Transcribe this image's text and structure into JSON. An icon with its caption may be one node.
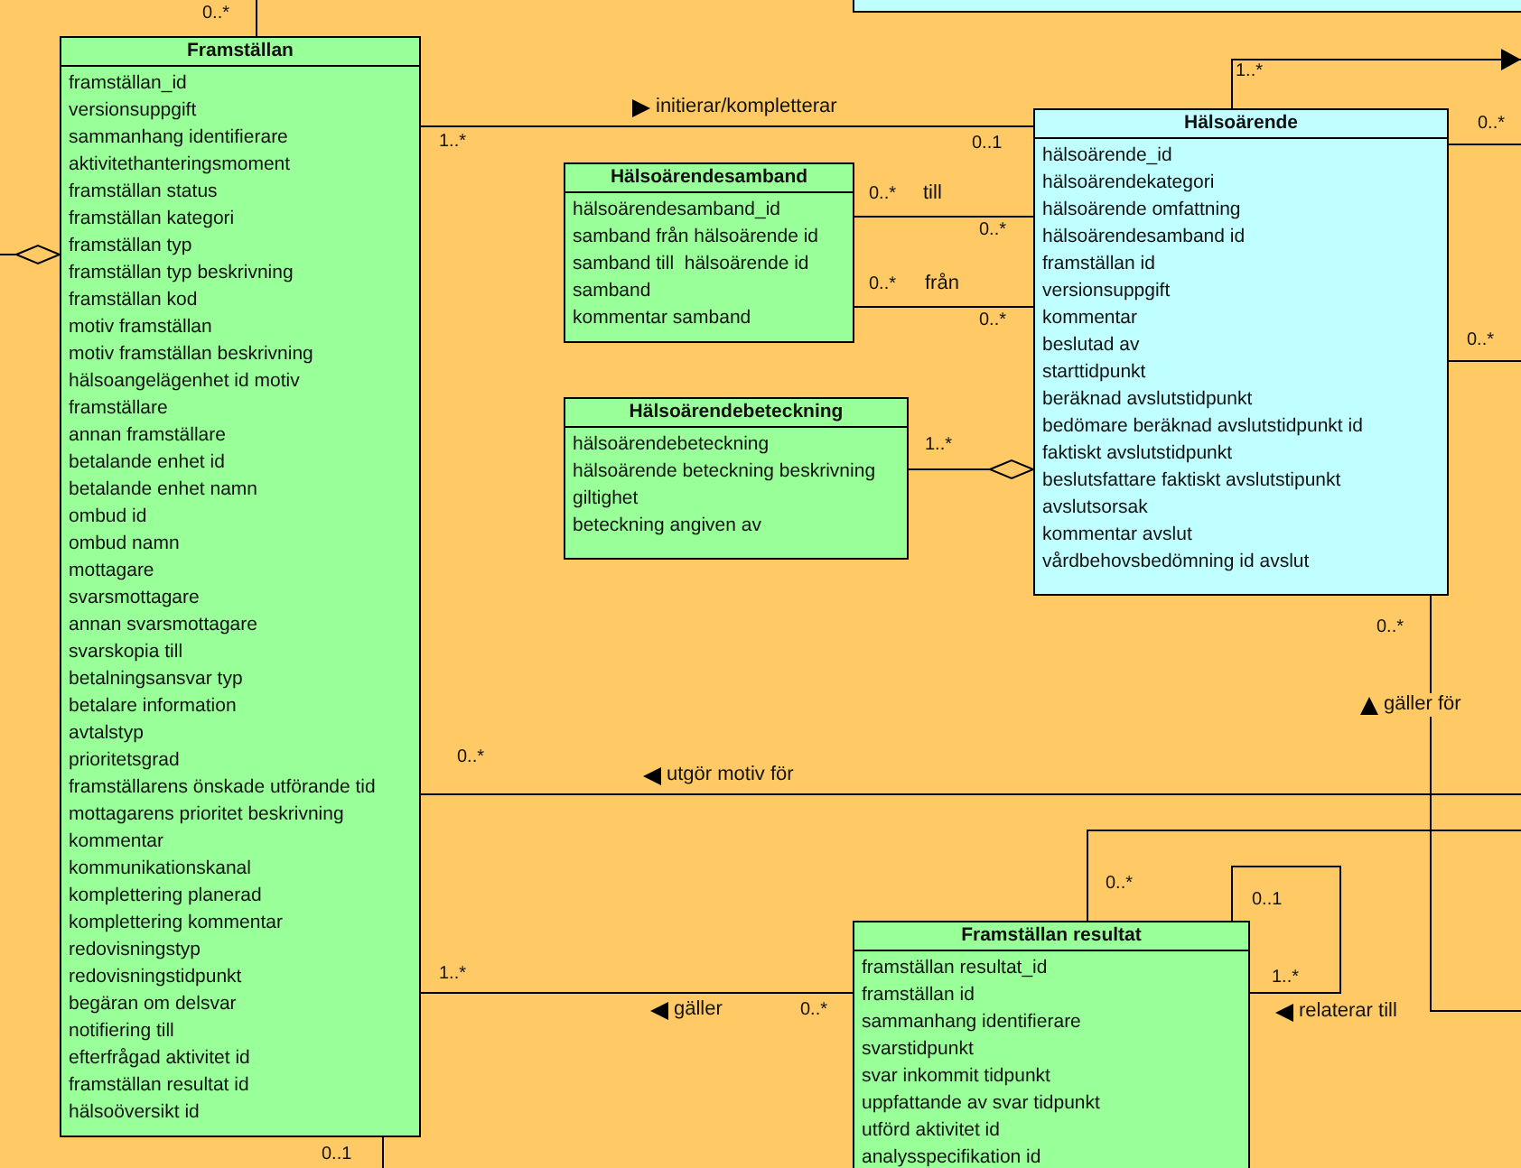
{
  "diagram": {
    "nodes": [
      {
        "text": [
          "Framställan",
          "framställan_id",
          "versionsuppgift",
          "sammanhang identifierare",
          "aktivitethanteringsmoment",
          "framställan status",
          "framställan kategori",
          "framställan typ",
          "framställan typ beskrivning",
          "framställan kod",
          "motiv framställan",
          "motiv framställan beskrivning",
          "hälsoangelägenhet id motiv",
          "framställare",
          "annan framställare",
          "betalande enhet id",
          "betalande enhet namn",
          "ombud id",
          "ombud namn",
          "mottagare",
          "svarsmottagare",
          "annan svarsmottagare",
          "svarskopia till",
          "betalningsansvar typ",
          "betalare information",
          "avtalstyp",
          "prioritetsgrad",
          "framställarens önskade utförande tid",
          "mottagarens prioritet beskrivning",
          "kommentar",
          "kommunikationskanal",
          "komplettering planerad",
          "komplettering kommentar",
          "redovisningstyp",
          "redovisningstidpunkt",
          "begäran om delsvar",
          "notifiering till",
          "efterfrågad aktivitet id",
          "framställan resultat id",
          "hälsoöversikt id"
        ]
      },
      {
        "text": [
          "Hälsoärendesamband",
          "hälsoärendesamband_id",
          "samband från hälsoärende id",
          "samband till  hälsoärende id",
          "samband",
          "kommentar samband"
        ]
      },
      {
        "text": [
          "Hälsoärendebeteckning",
          "hälsoärendebeteckning",
          "hälsoärende beteckning beskrivning",
          "giltighet",
          "beteckning angiven av"
        ]
      },
      {
        "text": [
          "Hälsoärende",
          "hälsoärende_id",
          "hälsoärendekategori",
          "hälsoärende omfattning",
          "hälsoärendesamband id",
          "framställan id",
          "versionsuppgift",
          "kommentar",
          "beslutad av",
          "starttidpunkt",
          "beräknad avslutstidpunkt",
          "bedömare beräknad avslutstidpunkt id",
          "faktiskt avslutstidpunkt",
          "beslutsfattare faktiskt avslutstipunkt",
          "avslutsorsak",
          "kommentar avslut",
          "vårdbehovsbedömning id avslut"
        ]
      },
      {
        "text": [
          "Framställan resultat",
          "framställan resultat_id",
          "framställan id",
          "sammanhang identifierare",
          "svarstidpunkt",
          "svar inkommit tidpunkt",
          "uppfattande av svar tidpunkt",
          "utförd aktivitet id",
          "analysspecifikation id"
        ]
      },
      {
        "text": [],
        "shape": "box"
      }
    ],
    "edges": [
      {
        "from": 0,
        "to": null,
        "arrow": "none"
      },
      {
        "from": null,
        "to": 0,
        "arrow": "other"
      },
      {
        "from": 0,
        "to": 3,
        "arrow": "none",
        "label": "initierar/kompletterar"
      },
      {
        "from": 1,
        "to": 3,
        "arrow": "none",
        "label": "till"
      },
      {
        "from": 1,
        "to": 3,
        "arrow": "none",
        "label": "från"
      },
      {
        "from": 2,
        "to": 3,
        "arrow": "other"
      },
      {
        "from": 3,
        "to": null,
        "arrow": "to"
      },
      {
        "from": 3,
        "to": null,
        "arrow": "none"
      },
      {
        "from": 3,
        "to": null,
        "arrow": "none"
      },
      {
        "from": 3,
        "to": null,
        "arrow": "none",
        "label": "gäller för"
      },
      {
        "from": 0,
        "to": null,
        "arrow": "none",
        "label": "utgör motiv för"
      },
      {
        "from": 0,
        "to": 4,
        "arrow": "none",
        "label": "gäller"
      },
      {
        "from": 4,
        "to": null,
        "arrow": "none"
      },
      {
        "from": 4,
        "to": 4,
        "arrow": "none",
        "label": "relaterar till"
      },
      {
        "from": 0,
        "to": null,
        "arrow": "none"
      }
    ],
    "labels": [
      "0..*",
      "1..*",
      "0..1",
      "0..*",
      "0..*",
      "0..*",
      "0..*",
      "1..*",
      "1..*",
      "0..*",
      "0..*",
      "0..*",
      "0..*",
      "1..*",
      "0..*",
      "0..*",
      "0..1",
      "1..*",
      "0..1"
    ]
  }
}
